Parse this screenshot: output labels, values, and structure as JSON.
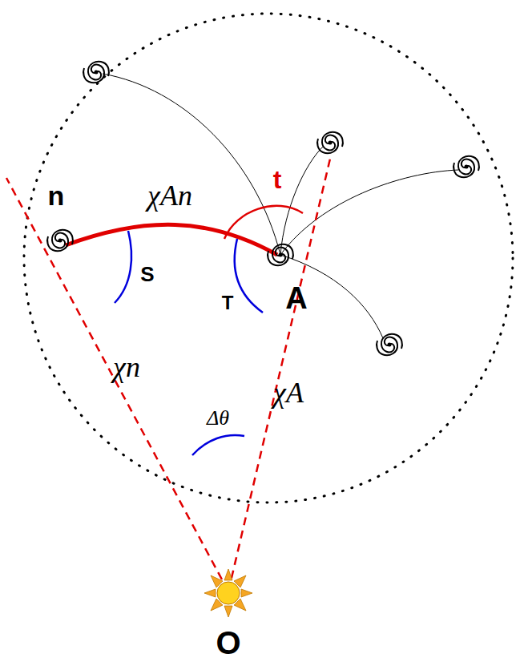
{
  "diagram": {
    "labels": [
      "n",
      "χAn",
      "t",
      "S",
      "T",
      "A",
      "χn",
      "Δθ",
      "χA",
      "O"
    ]
  }
}
